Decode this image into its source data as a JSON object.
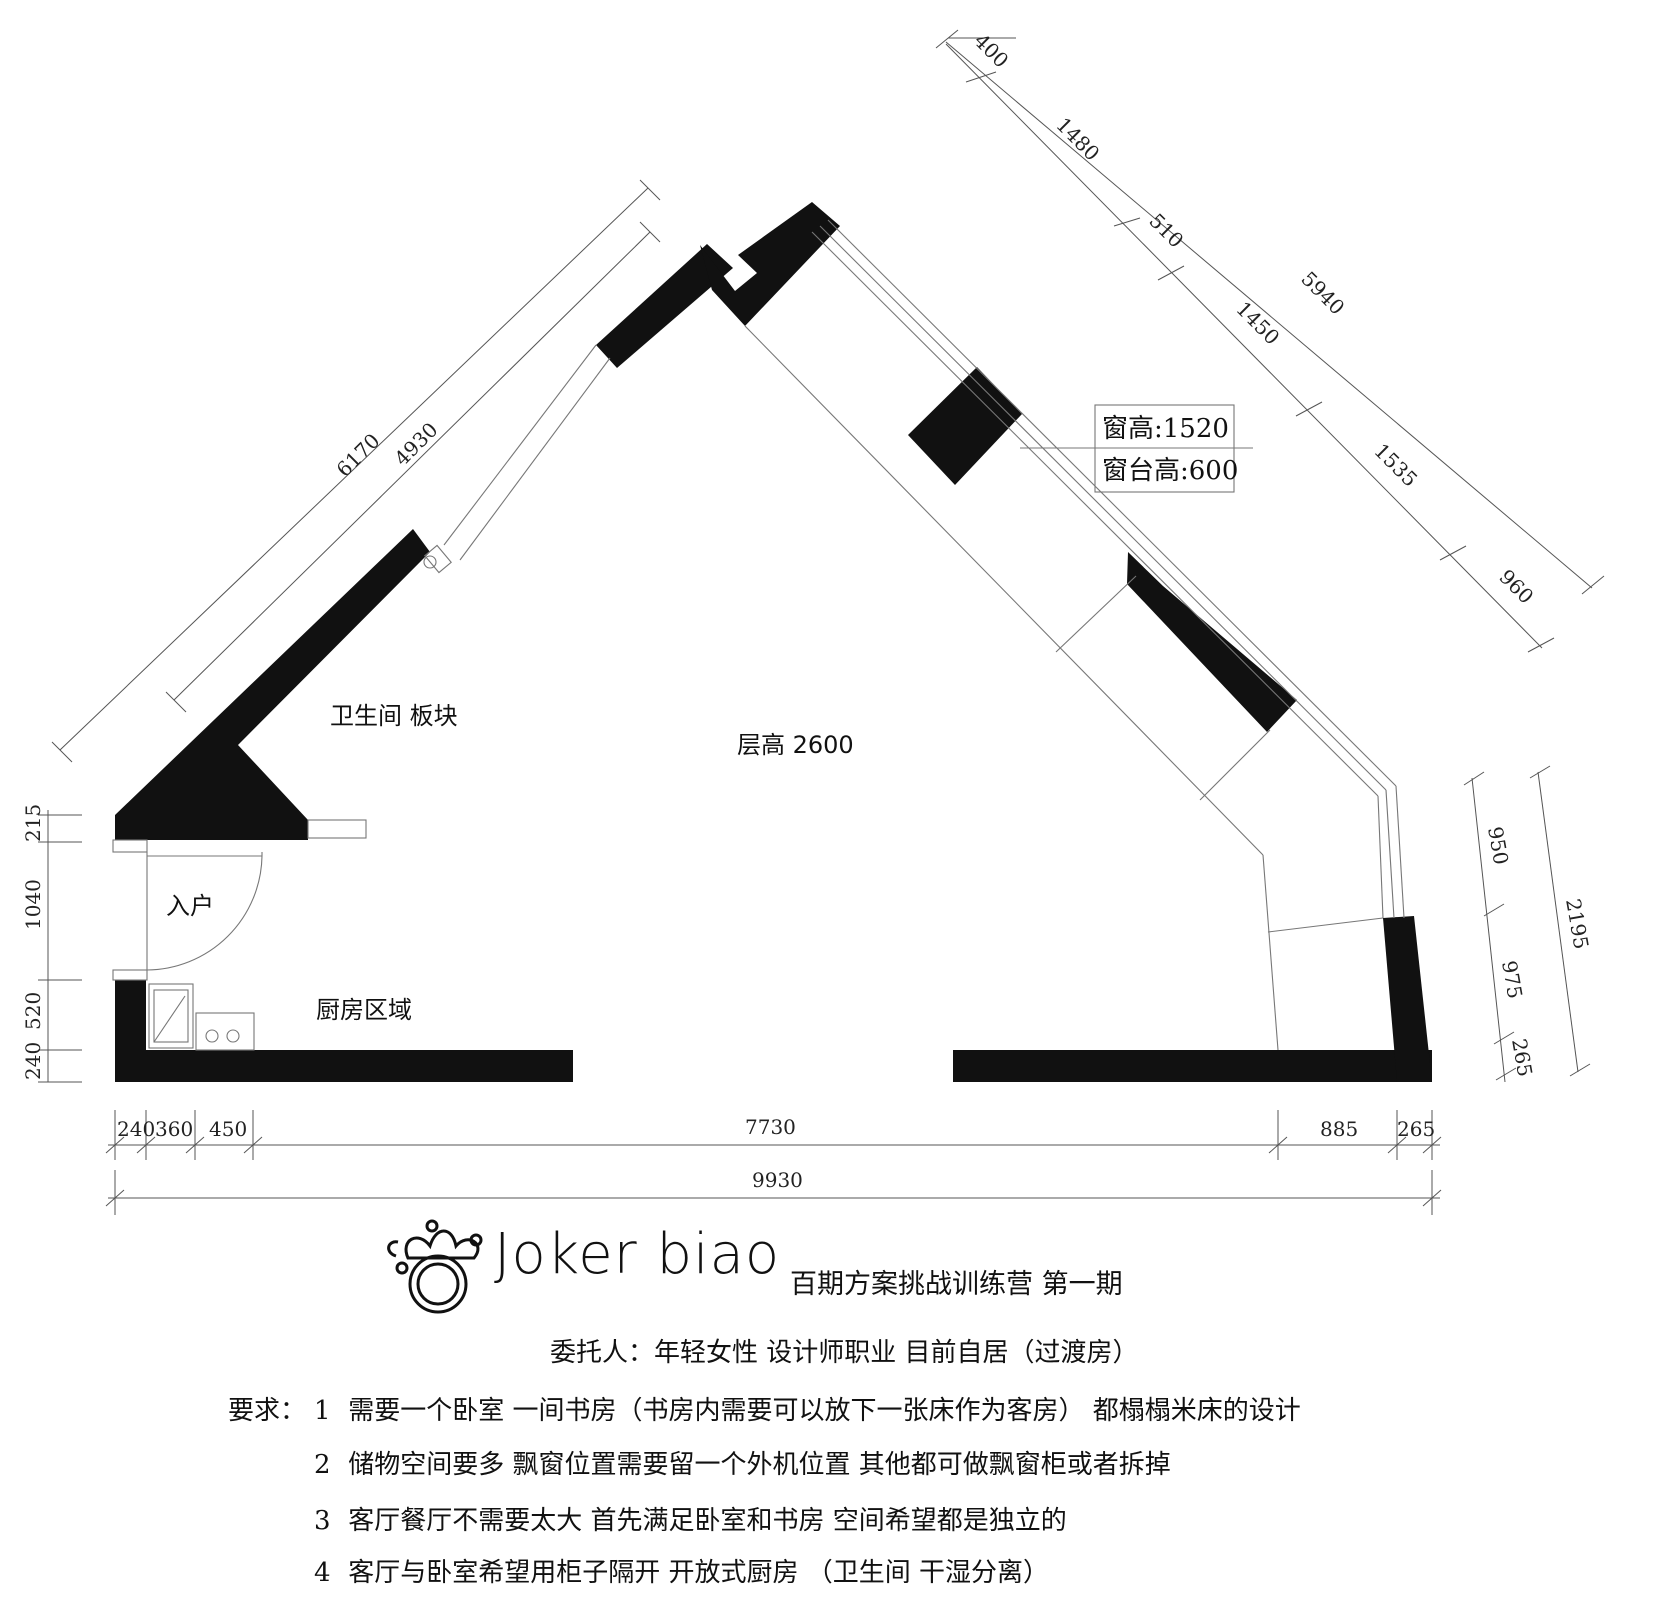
{
  "rooms": {
    "bathroom": "卫生间 板块",
    "ceiling_height": "层高 2600",
    "entrance": "入户",
    "kitchen": "厨房区域"
  },
  "window_note": {
    "window_height": "窗高:1520",
    "sill_height": "窗台高:600"
  },
  "dimensions": {
    "left_wall_outer": "6170",
    "left_wall_inner": "4930",
    "right_top_a": "400",
    "right_top_b": "1480",
    "right_top_c": "510",
    "right_top_d": "1450",
    "right_top_e": "1535",
    "right_top_f": "960",
    "right_top_total": "5940",
    "left_side_a": "215",
    "left_side_b": "1040",
    "left_side_c": "520",
    "left_side_d": "240",
    "right_side_a": "950",
    "right_side_b": "975",
    "right_side_c": "265",
    "right_side_total": "2195",
    "bottom_a": "240",
    "bottom_b": "360",
    "bottom_c": "450",
    "bottom_d": "7730",
    "bottom_e": "885",
    "bottom_f": "265",
    "bottom_total": "9930"
  },
  "brand": {
    "name": "Joker biao",
    "subtitle": "百期方案挑战训练营 第一期"
  },
  "client": "委托人：年轻女性 设计师职业 目前自居（过渡房）",
  "requirements": {
    "label": "要求：",
    "items": [
      {
        "num": "1",
        "text": "需要一个卧室 一间书房（书房内需要可以放下一张床作为客房） 都榻榻米床的设计"
      },
      {
        "num": "2",
        "text": "储物空间要多 飘窗位置需要留一个外机位置 其他都可做飘窗柜或者拆掉"
      },
      {
        "num": "3",
        "text": "客厅餐厅不需要太大   首先满足卧室和书房 空间希望都是独立的"
      },
      {
        "num": "4",
        "text": "客厅与卧室希望用柜子隔开 开放式厨房  （卫生间 干湿分离）"
      }
    ]
  }
}
